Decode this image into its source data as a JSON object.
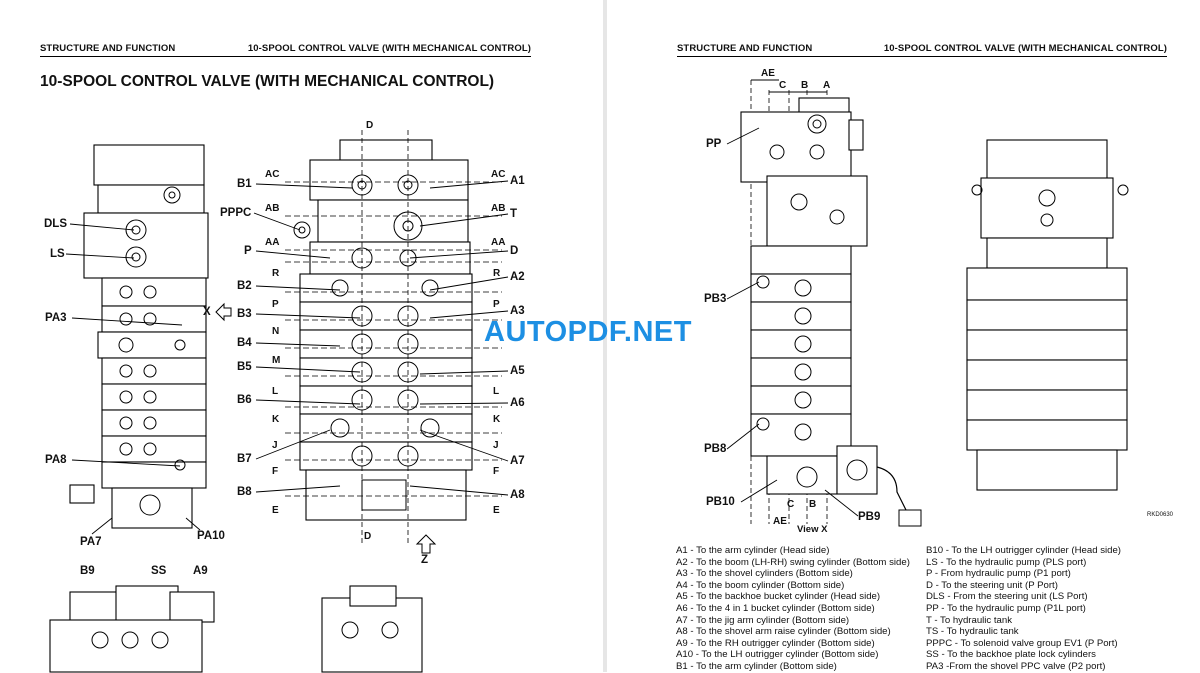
{
  "left_page": {
    "header_left": "STRUCTURE AND FUNCTION",
    "header_right": "10-SPOOL CONTROL VALVE (WITH MECHANICAL CONTROL)",
    "title": "10-SPOOL CONTROL VALVE (WITH MECHANICAL CONTROL)",
    "side_view_labels": [
      "DLS",
      "LS",
      "PA3",
      "PA8",
      "PA7",
      "PA10"
    ],
    "section_labels": [
      "X",
      "Z",
      "D",
      "D"
    ],
    "front_left_labels": [
      "B1",
      "PPPC",
      "P",
      "B2",
      "B3",
      "B4",
      "B5",
      "B6",
      "B7",
      "B8"
    ],
    "front_right_labels": [
      "A1",
      "T",
      "D",
      "A2",
      "A3",
      "A5",
      "A6",
      "A7",
      "A8"
    ],
    "section_cut_labels": [
      "AC",
      "AB",
      "AA",
      "R",
      "P",
      "N",
      "M",
      "L",
      "K",
      "J",
      "F",
      "E"
    ],
    "bottom_labels": [
      "B9",
      "SS",
      "A9"
    ]
  },
  "right_page": {
    "header_left": "STRUCTURE AND FUNCTION",
    "header_right": "10-SPOOL CONTROL VALVE (WITH MECHANICAL CONTROL)",
    "top_dims": [
      "AE",
      "C",
      "B",
      "A"
    ],
    "bottom_dims": [
      "C",
      "B",
      "AE"
    ],
    "view_label": "View X",
    "port_labels": [
      "PP",
      "PB3",
      "PB8",
      "PB10",
      "PB9"
    ],
    "figure_code": "RKD0630",
    "legend_left": [
      "A1 -  To the arm cylinder (Head side)",
      "A2 -  To the boom (LH-RH) swing cylinder (Bottom side)",
      "A3 -  To the shovel cylinders (Bottom side)",
      "A4 -  To the boom cylinder (Bottom side)",
      "A5 -  To the backhoe bucket cylinder (Head side)",
      "A6 -  To the 4 in 1 bucket cylinder (Bottom side)",
      "A7 -  To the jig arm cylinder (Bottom side)",
      "A8 -  To the shovel arm raise cylinder (Bottom side)",
      "A9 -  To the RH outrigger cylinder (Bottom side)",
      "A10 - To the LH outrigger cylinder (Bottom side)",
      "B1 -  To the arm cylinder (Bottom side)"
    ],
    "legend_right": [
      "B10 - To the LH outrigger cylinder (Head side)",
      "LS -  To the hydraulic pump (PLS port)",
      "P -    From hydraulic pump (P1 port)",
      "D -    To the steering unit (P Port)",
      "DLS - From the steering unit (LS Port)",
      "PP -  To the hydraulic pump (P1L port)",
      "T -    To hydraulic tank",
      "TS -  To hydraulic tank",
      "PPPC - To solenoid valve group EV1 (P Port)",
      "SS -  To the backhoe plate lock cylinders",
      "PA3 -From the shovel PPC valve (P2 port)"
    ]
  },
  "watermark": "AUTOPDF.NET"
}
